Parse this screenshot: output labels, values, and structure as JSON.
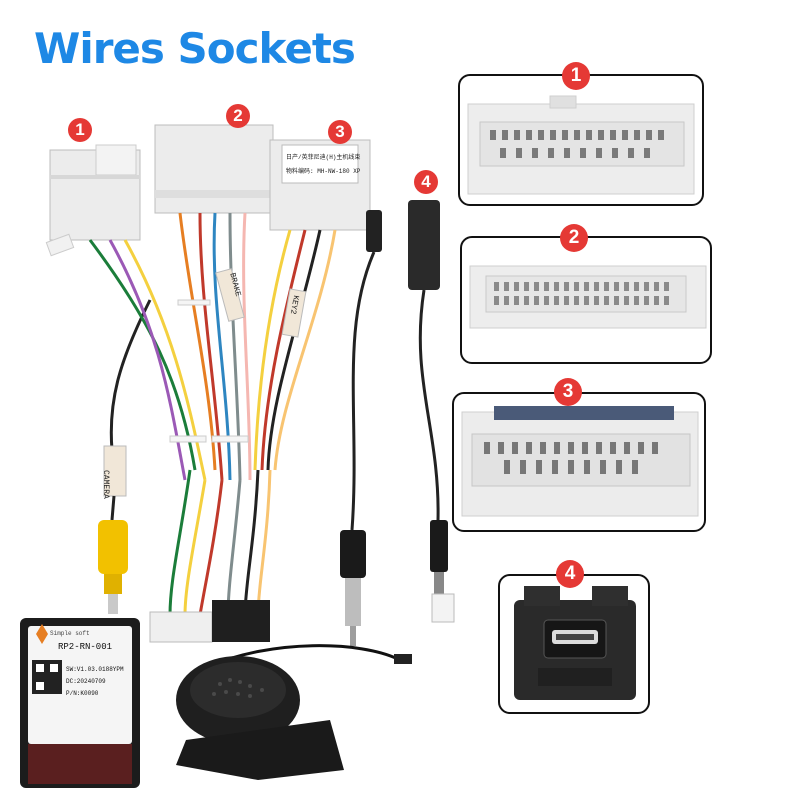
{
  "title": "Wires Sockets",
  "markers": [
    "1",
    "2",
    "3",
    "4"
  ],
  "wire_labels": {
    "camera": "CAMERA",
    "brake": "BRAKE",
    "key2": "KEY2"
  },
  "connector3_label": {
    "line1": "日产/英菲尼迪(H)主机线束",
    "line2": "物料编码: MH-NW-180 XP"
  },
  "module": {
    "brand": "Simple soft",
    "model": "RP2-RN-001",
    "sw": "SW:V1.03.0188YPM",
    "dc": "DC:20240709",
    "pn": "P/N:K0090"
  },
  "colors": {
    "title": "#1e88e5",
    "marker": "#e53935",
    "connector": "#e9e9e9",
    "module": "#c0392b"
  }
}
